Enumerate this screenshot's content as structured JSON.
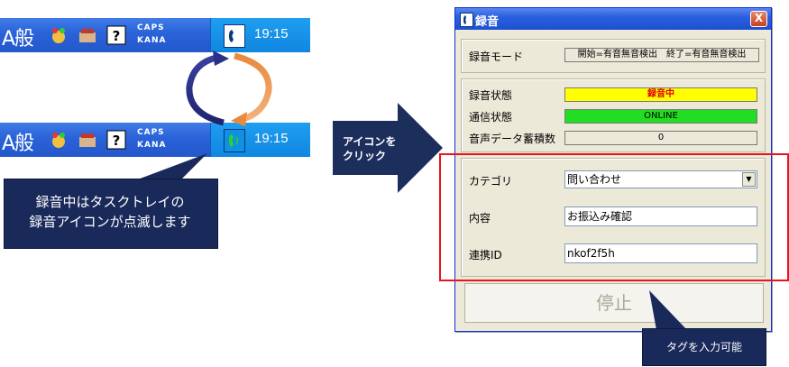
{
  "taskbar": {
    "ime": "A般",
    "caps": "CAPS",
    "kana": "KANA",
    "time": "19:15"
  },
  "callout": {
    "line1": "録音中はタスクトレイの",
    "line2": "録音アイコンが点滅します"
  },
  "arrow": {
    "line1": "アイコンを",
    "line2": "クリック"
  },
  "dialog": {
    "title": "録音",
    "close": "X",
    "mode_label": "録音モード",
    "mode_value": "開始=有音無音検出　終了=有音無音検出",
    "status_label": "録音状態",
    "status_value": "録音中",
    "comm_label": "通信状態",
    "comm_value": "ONLINE",
    "count_label": "音声データ蓄積数",
    "count_value": "0",
    "category_label": "カテゴリ",
    "category_value": "問い合わせ",
    "content_label": "内容",
    "content_value": "お振込み確認",
    "id_label": "連携ID",
    "id_value": "nkof2f5h",
    "stop_label": "停止"
  },
  "tag_callout": "タグを入力可能",
  "colors": {
    "status_bg": "#ffff00",
    "status_text": "#e00000",
    "online_bg": "#22dd22",
    "highlight": "#e8141e",
    "callout_bg": "#19295a",
    "arrow_bg": "#1c2f5c"
  }
}
